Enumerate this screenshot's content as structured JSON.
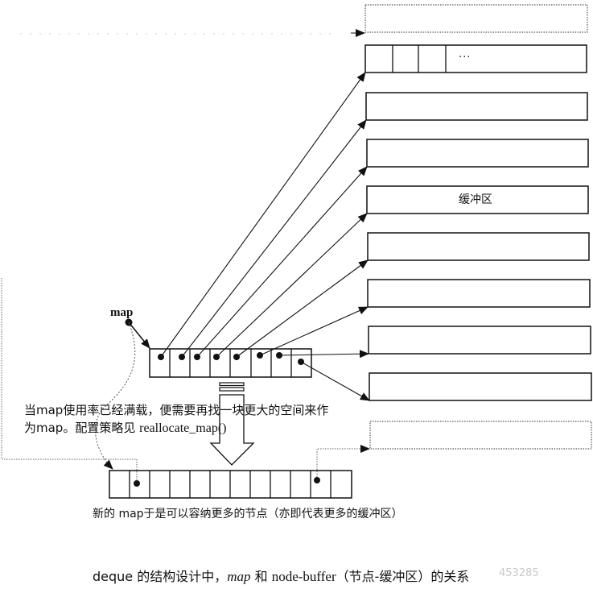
{
  "figure": {
    "caption_prefix": "deque",
    "caption_part1": " 的结构设计中，",
    "caption_map": "map",
    "caption_part2": " 和 ",
    "caption_nodebuffer": "node-buffer",
    "caption_part3": "（节点-缓冲区）的关系",
    "watermark": "453285"
  },
  "labels": {
    "map_pointer": "map",
    "buffer": "缓冲区",
    "buffer_ellipsis": "...",
    "realloc_note_line1": "当map使用率已经满载，便需要再找一块更大的空间来作",
    "realloc_note_line2_prefix": "为map。配置策略见 ",
    "realloc_note_function": "reallocate_map()",
    "new_map_caption": "新的 map于是可以容纳更多的节点（亦即代表更多的缓冲区）"
  },
  "old_map": {
    "cell_count": 8,
    "cells_with_pointer": [
      1,
      2,
      3,
      4,
      5,
      6,
      7,
      8
    ]
  },
  "new_map": {
    "cell_count": 12,
    "cells_with_pointer": [
      2,
      11
    ]
  },
  "buffers": {
    "solid_count": 8,
    "dotted_new_count": 2,
    "first_buffer_inner_cells": 3
  },
  "colors": {
    "line": "#111111",
    "dotted": "#555555",
    "background": "#ffffff"
  }
}
